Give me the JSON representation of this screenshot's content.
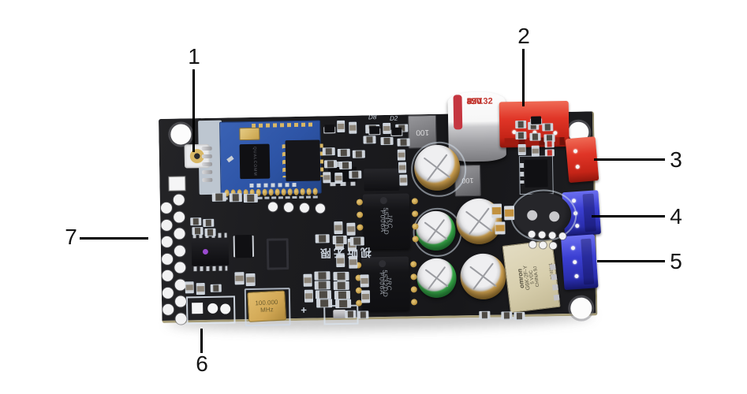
{
  "image_type": "annotated product photo of a Bluetooth DAC amplifier PCB",
  "callouts": {
    "c1": "1",
    "c2": "2",
    "c3": "3",
    "c4": "4",
    "c5": "5",
    "c6": "6",
    "c7": "7"
  },
  "callout_targets": {
    "c1": "IPEX antenna connector",
    "c2": "red 3-pin power connector",
    "c3": "red 2-pin connector",
    "c4": "blue 3-pin connector (upper)",
    "c5": "blue 3-pin connector (lower)",
    "c6": "three-pad footprint near crystal",
    "c7": "left edge header holes"
  },
  "board": {
    "cap_main": {
      "l1": "470",
      "l2": "35V",
      "l3": "RT132"
    },
    "inductor_top": "100",
    "inductor_mid": "100",
    "opamp": {
      "l1": "5532DD",
      "l2": "JRC",
      "l3": "F006A"
    },
    "crystal": {
      "l1": "100.000",
      "l2": "MHz"
    },
    "relay": {
      "brand": "omron",
      "model": "G6K-2F-Y",
      "voltage": "5 VDC",
      "origin": "CHINA 9J",
      "batch": "2248N1"
    },
    "bt_chip": "QUALCOMM",
    "motto": "视听无限",
    "d8": "D8",
    "d2": "D2"
  },
  "colors": {
    "background": "#ffffff",
    "pcb": "#1c1c1f",
    "silkscreen": "#d3dce6",
    "bt_module": "#2d54a6",
    "connector_red": "#e03527",
    "connector_blue": "#3b3fd2",
    "cap_gold_ring": "#c49a45",
    "cap_green_ring": "#3cb54e",
    "cap_main_text": "#c2362f",
    "relay_body": "#d8cfae",
    "crystal_body": "#d2a855",
    "callout_text": "#151515"
  }
}
